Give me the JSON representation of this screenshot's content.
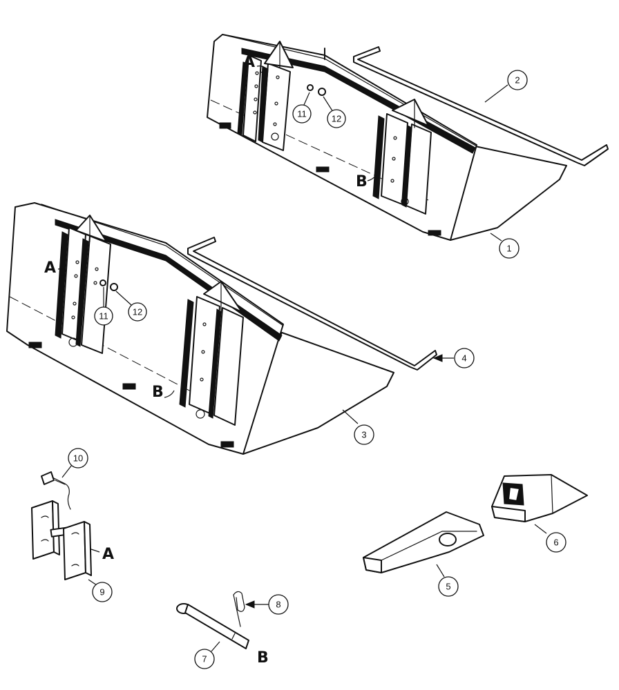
{
  "callouts": {
    "c1": "1",
    "c2": "2",
    "c3": "3",
    "c4": "4",
    "c5": "5",
    "c6": "6",
    "c7": "7",
    "c8": "8",
    "c9": "9",
    "c10": "10",
    "c11a": "11",
    "c12a": "12",
    "c11b": "11",
    "c12b": "12"
  },
  "refs": {
    "a_top": "A",
    "b_top": "B",
    "a_mid": "A",
    "b_mid": "B",
    "a_bracket": "A",
    "b_pin": "B"
  }
}
